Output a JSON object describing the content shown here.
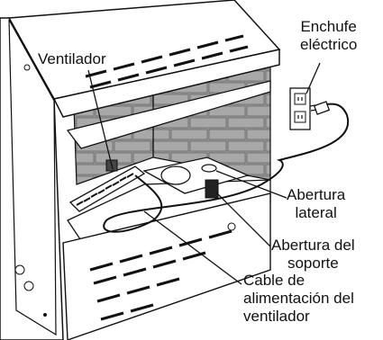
{
  "labels": {
    "fan": [
      "Ventilador"
    ],
    "outlet": [
      "Enchufe",
      "eléctrico"
    ],
    "side_opening": [
      "Abertura",
      "lateral"
    ],
    "bracket_opening": [
      "Abertura del",
      "soporte"
    ],
    "power_cable": [
      "Cable de",
      "alimentación del",
      "ventilador"
    ]
  },
  "colors": {
    "ink": "#111111",
    "brick": "#9a9a9a",
    "mortar": "#ffffff",
    "panel": "#ffffff"
  }
}
